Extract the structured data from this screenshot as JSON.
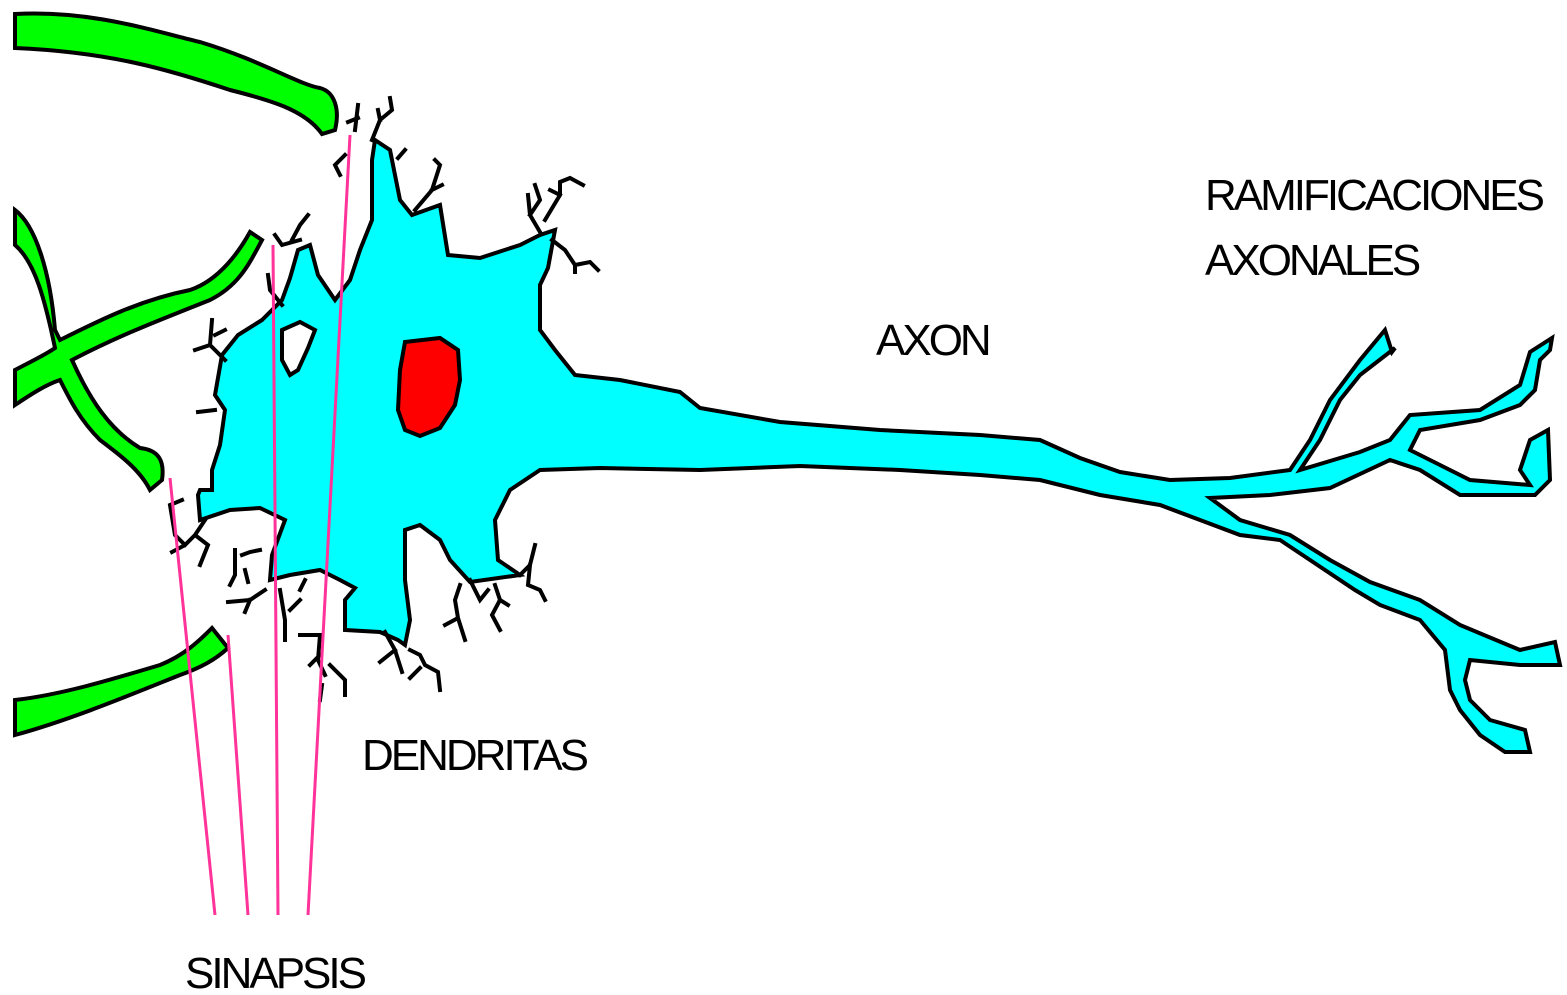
{
  "labels": {
    "ramificaciones_line1": "RAMIFICACIONES",
    "ramificaciones_line2": "AXONALES",
    "axon": "AXON",
    "dendritas": "DENDRITAS",
    "sinapsis": "SINAPSIS"
  },
  "colors": {
    "neuron_body": "#00ffff",
    "nucleus": "#ff0000",
    "incoming_axons": "#00ff00",
    "synapse_lines": "#ff3399",
    "outline": "#000000"
  }
}
